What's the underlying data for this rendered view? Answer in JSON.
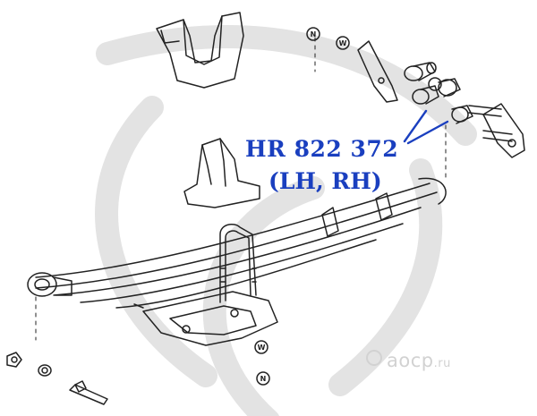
{
  "diagram": {
    "part_number": "HR 822 372",
    "sides": "(LH, RH)",
    "marker_letters": {
      "nut": "N",
      "washer": "W"
    }
  },
  "watermark": {
    "name": "aocp",
    "tld": ".ru"
  },
  "colors": {
    "label_blue": "#1a3fbf",
    "line_art": "#222222",
    "watermark_gray": "#d2d2d2"
  }
}
